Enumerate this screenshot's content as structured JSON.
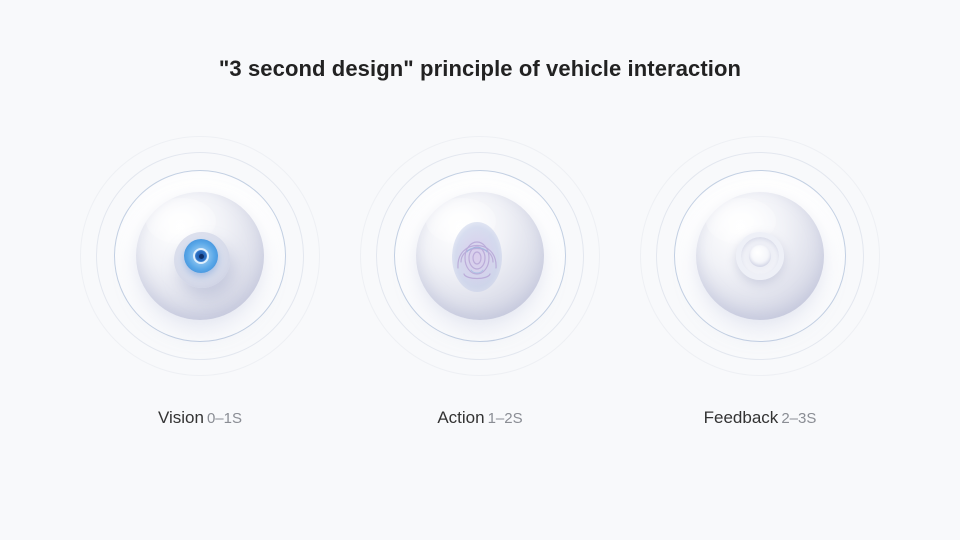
{
  "title": "\"3 second design\" principle of vehicle interaction",
  "stages": [
    {
      "name": "Vision",
      "time": "0–1S",
      "icon": "eye-icon",
      "accent": "#3b8ce0"
    },
    {
      "name": "Action",
      "time": "1–2S",
      "icon": "fingerprint-icon",
      "accent": "#c9b6e4"
    },
    {
      "name": "Feedback",
      "time": "2–3S",
      "icon": "ring-button-icon",
      "accent": "#e9ebf3"
    }
  ],
  "colors": {
    "background": "#f8f9fb",
    "title": "#222222",
    "label": "#333333",
    "time": "#8a8d94",
    "ring": "#c3d0e3"
  }
}
